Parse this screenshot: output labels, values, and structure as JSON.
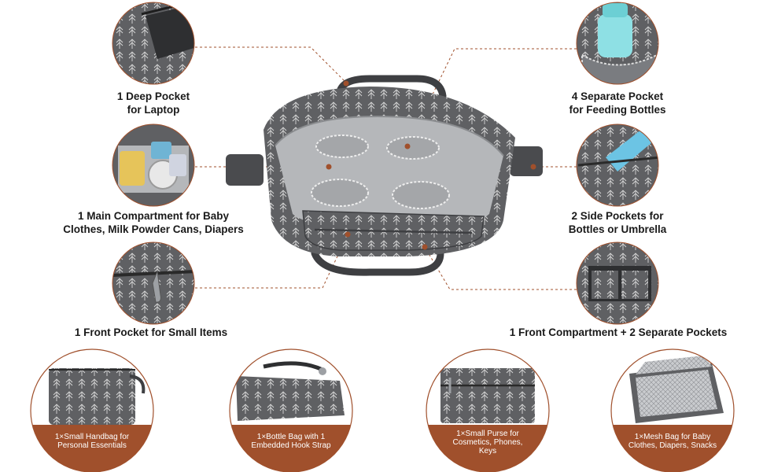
{
  "colors": {
    "accent": "#a0502c",
    "fabric": "#5f6063",
    "pattern": "#d8d8d8",
    "lining": "#b5b7ba"
  },
  "callouts": [
    {
      "id": "laptop",
      "lines": [
        "1 Deep Pocket",
        "for Laptop"
      ]
    },
    {
      "id": "main",
      "lines": [
        "1 Main Compartment for Baby",
        "Clothes, Milk Powder Cans, Diapers"
      ]
    },
    {
      "id": "front-small",
      "lines": [
        "1 Front Pocket for Small Items"
      ]
    },
    {
      "id": "bottles",
      "lines": [
        "4 Separate Pocket",
        "for Feeding Bottles"
      ]
    },
    {
      "id": "side",
      "lines": [
        "2 Side Pockets for",
        "Bottles or Umbrella"
      ]
    },
    {
      "id": "front-comp",
      "lines": [
        "1 Front Compartment + 2 Separate Pockets"
      ]
    }
  ],
  "accessories": [
    {
      "id": "handbag",
      "lines": [
        "1×Small Handbag for",
        "Personal Essentials"
      ]
    },
    {
      "id": "bottle-bag",
      "lines": [
        "1×Bottle Bag with 1",
        "Embedded Hook Strap"
      ]
    },
    {
      "id": "purse",
      "lines": [
        "1×Small Purse for",
        "Cosmetics, Phones,",
        "Keys"
      ]
    },
    {
      "id": "mesh-bag",
      "lines": [
        "1×Mesh Bag for Baby",
        "Clothes, Diapers, Snacks"
      ]
    }
  ]
}
